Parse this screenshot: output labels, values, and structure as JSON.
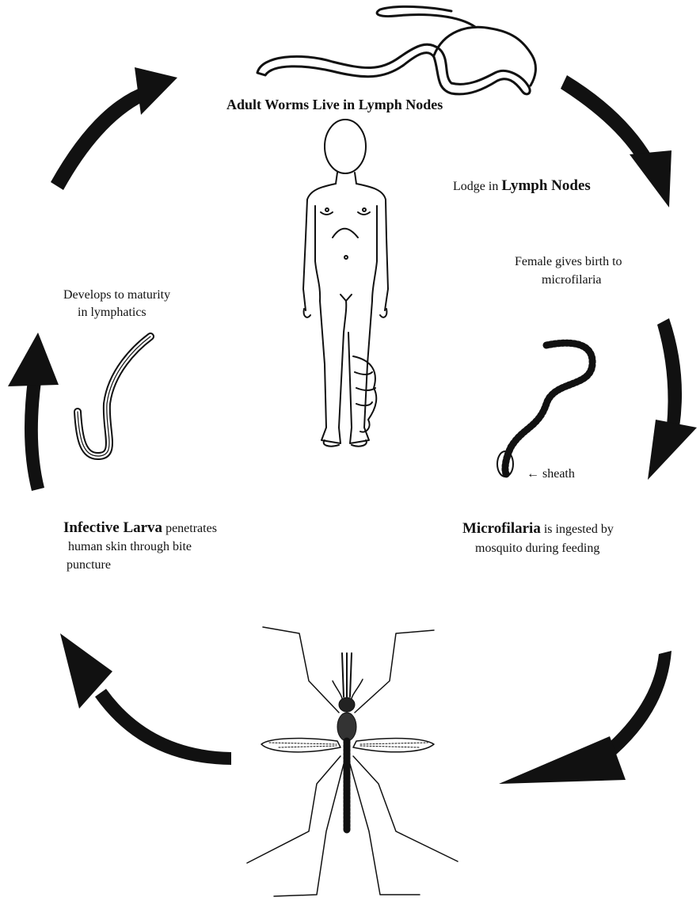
{
  "labels": {
    "adult_worms": "Adult Worms Live in Lymph Nodes",
    "lodge_prefix": "Lodge in ",
    "lodge_bold": "Lymph Nodes",
    "female_line1": "Female gives birth to",
    "female_line2": "microfilaria",
    "sheath": "← sheath",
    "microfilaria_bold": "Microfilaria",
    "microfilaria_rest": " is ingested by",
    "microfilaria_line2": "mosquito during feeding",
    "infective_bold": "Infective Larva",
    "infective_rest": " penetrates",
    "infective_line2": "human skin through bite",
    "infective_line3": "puncture",
    "develops_line1": "Develops to maturity",
    "develops_line2": "in lymphatics"
  },
  "icons": [
    "adult-worm-icon",
    "human-figure-icon",
    "microfilaria-icon",
    "mosquito-icon",
    "larva-icon",
    "cycle-arrow-icon"
  ],
  "colors": {
    "ink": "#111111",
    "background": "#ffffff"
  }
}
